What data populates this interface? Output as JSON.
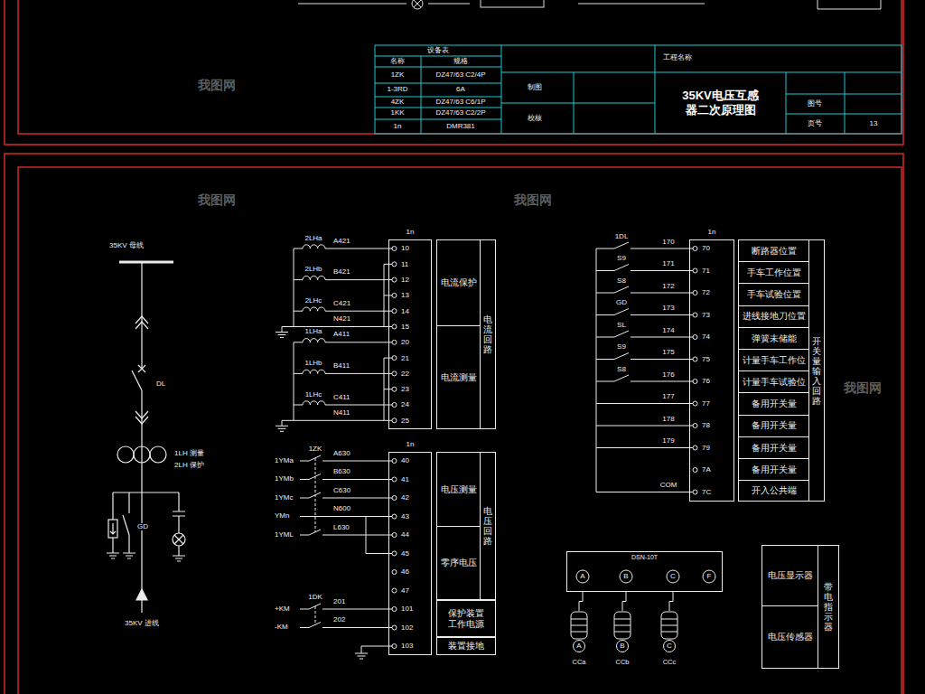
{
  "diagram": {
    "nodes": [
      {
        "text": [
          "35KV电压互感器二次原理图"
        ]
      },
      {
        "text": [
          "1n",
          "10",
          "11",
          "12",
          "13",
          "14",
          "15",
          "20",
          "21",
          "22",
          "23",
          "24",
          "25"
        ]
      },
      {
        "text": [
          "电流回路"
        ]
      },
      {
        "text": [
          "电流保护"
        ],
        "in": 2
      },
      {
        "text": [
          "电流测量"
        ],
        "in": 2
      },
      {
        "text": [
          "1n",
          "40",
          "41",
          "42",
          "43",
          "44",
          "45",
          "46",
          "47",
          "101",
          "102",
          "103"
        ]
      },
      {
        "text": [
          "电压回路"
        ]
      },
      {
        "text": [
          "电压测量"
        ],
        "in": 6
      },
      {
        "text": [
          "零序电压"
        ],
        "in": 6
      },
      {
        "text": [
          "保护装置工作电源"
        ]
      },
      {
        "text": [
          "装置接地"
        ]
      },
      {
        "text": [
          "1n",
          "70",
          "71",
          "72",
          "73",
          "74",
          "75",
          "76",
          "77",
          "78",
          "79",
          "7A",
          "7C"
        ]
      },
      {
        "text": [
          "开关量输入回路"
        ]
      },
      {
        "text": [
          "断路器位置"
        ],
        "in": 12
      },
      {
        "text": [
          "手车工作位置"
        ],
        "in": 12
      },
      {
        "text": [
          "手车试验位置"
        ],
        "in": 12
      },
      {
        "text": [
          "进线接地刀位置"
        ],
        "in": 12
      },
      {
        "text": [
          "弹簧未储能"
        ],
        "in": 12
      },
      {
        "text": [
          "计量手车工作位"
        ],
        "in": 12
      },
      {
        "text": [
          "计量手车试验位"
        ],
        "in": 12
      },
      {
        "text": [
          "备用开关量"
        ],
        "in": 12
      },
      {
        "text": [
          "备用开关量"
        ],
        "in": 12
      },
      {
        "text": [
          "备用开关量"
        ],
        "in": 12
      },
      {
        "text": [
          "备用开关量"
        ],
        "in": 12
      },
      {
        "text": [
          "开入公共端"
        ],
        "in": 12
      },
      {
        "text": [
          "DSN-10T"
        ]
      },
      {
        "text": [
          "A",
          "CCa"
        ]
      },
      {
        "text": [
          "B",
          "CCb"
        ]
      },
      {
        "text": [
          "C",
          "CCc"
        ]
      },
      {
        "text": [
          "带电指示器"
        ]
      },
      {
        "text": [
          "电压显示器"
        ],
        "in": 29
      },
      {
        "text": [
          "电压传感器"
        ],
        "in": 29
      }
    ],
    "edges": [
      {
        "from": 25,
        "to": 26,
        "arrow": "none"
      },
      {
        "from": 25,
        "to": 27,
        "arrow": "none"
      },
      {
        "from": 25,
        "to": 28,
        "arrow": "none"
      }
    ],
    "labels": [
      "设备表",
      "名称",
      "规格",
      "1ZK",
      "DZ47/63 C2/4P",
      "1-3RD",
      "6A",
      "4ZK",
      "DZ47/63 C6/1P",
      "1KK",
      "DZ47/63 C2/2P",
      "1n",
      "DMR381",
      "工程名称",
      "制图",
      "校核",
      "图号",
      "页号",
      "13",
      "35KV 母线",
      "DL",
      "1LH 测量",
      "2LH 保护",
      "GD",
      "35KV 进线",
      "2LHa",
      "A421",
      "2LHb",
      "B421",
      "2LHc",
      "C421",
      "N421",
      "1LHa",
      "A411",
      "1LHb",
      "B411",
      "1LHc",
      "C411",
      "N411",
      "1YMa",
      "1YMb",
      "1YMc",
      "YMn",
      "1YML",
      "1ZK",
      "A630",
      "B630",
      "C630",
      "N600",
      "L630",
      "+KM",
      "-KM",
      "1DK",
      "201",
      "202",
      "1DL",
      "170",
      "S9",
      "171",
      "S8",
      "172",
      "GD",
      "173",
      "SL",
      "174",
      "S9",
      "175",
      "S8",
      "176",
      "177",
      "178",
      "179",
      "COM",
      "A",
      "B",
      "C",
      "F",
      "我图网",
      "我图网",
      "我图网",
      "我图网"
    ]
  }
}
